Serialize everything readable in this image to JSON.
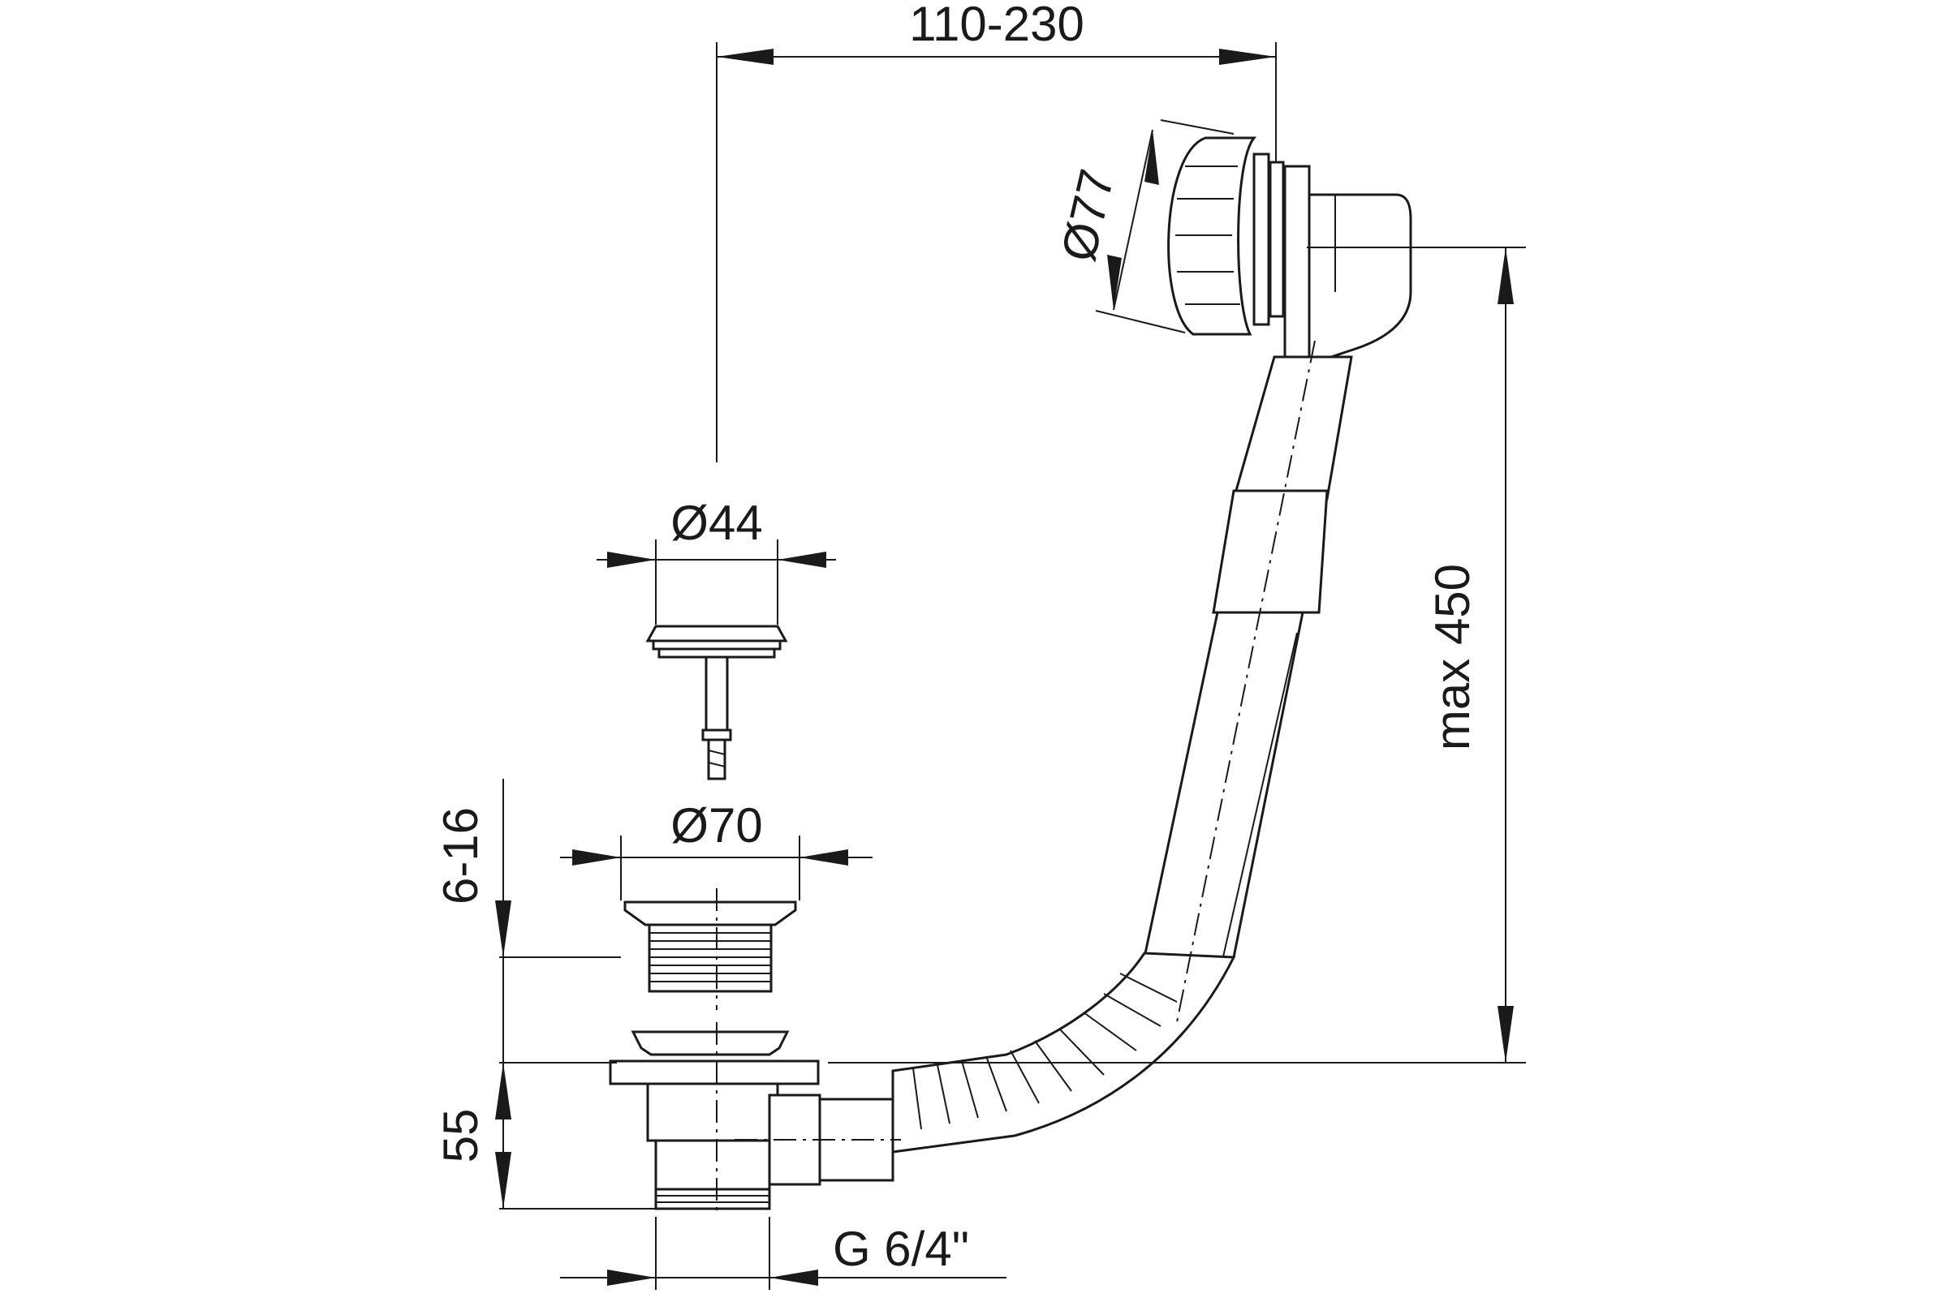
{
  "dimensions": {
    "width_range": "110-230",
    "overflow_diameter": "Ø77",
    "plug_diameter": "Ø44",
    "flange_diameter": "Ø70",
    "max_height": "max 450",
    "thickness_range": "6-16",
    "body_height": "55",
    "thread": "G 6/4\""
  },
  "colors": {
    "line": "#1a1a1a",
    "background": "#ffffff"
  }
}
